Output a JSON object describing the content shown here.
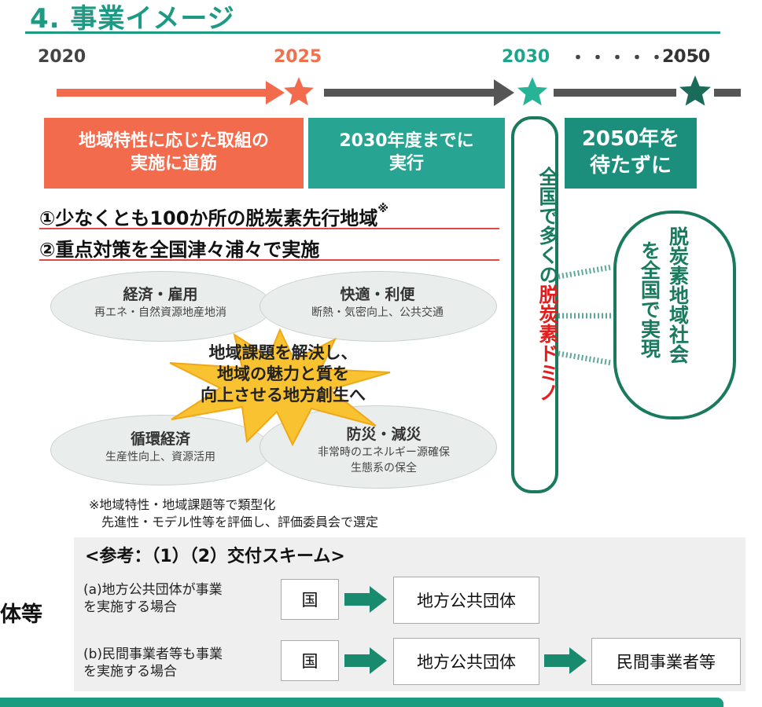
{
  "title": "4. 事業イメージ",
  "timeline": {
    "years": [
      "2020",
      "2025",
      "2030",
      "2050"
    ],
    "dots": "・・・・・・・"
  },
  "bubbles": [
    {
      "line1": "地域特性に応じた取組の",
      "line2": "実施に道筋"
    },
    {
      "line1": "2030年度までに",
      "line2": "実行"
    },
    {
      "line1": "2050年を",
      "line2": "待たずに"
    }
  ],
  "headings": {
    "h1": "①少なくとも100か所の脱炭素先行地域",
    "h1_mark": "※",
    "h2": "②重点対策を全国津々浦々で実施"
  },
  "ellipses": [
    {
      "title": "経済・雇用",
      "sub": "再エネ・自然資源地産地消"
    },
    {
      "title": "快適・利便",
      "sub": "断熱・気密向上、公共交通"
    },
    {
      "title": "循環経済",
      "sub": "生産性向上、資源活用"
    },
    {
      "title": "防災・減災",
      "sub": "非常時のエネルギー源確保",
      "sub2": "生態系の保全"
    }
  ],
  "burst": {
    "line1": "地域課題を解決し、",
    "line2": "地域の魅力と質を",
    "line3": "向上させる地方創生へ"
  },
  "domino": {
    "part1": "全国で多くの",
    "part2": "脱炭素ドミノ"
  },
  "society": {
    "col1": "脱炭素地域社会",
    "col2": "を全国で実現"
  },
  "note": {
    "line1": "※地域特性・地域課題等で類型化",
    "line2": "　先進性・モデル性等を評価し、評価委員会で選定"
  },
  "reference": {
    "title": "<参考：（1）（2）交付スキーム>",
    "scheme_a": {
      "line1": "(a)地方公共団体が事業",
      "line2": "を実施する場合",
      "box1": "国",
      "box2": "地方公共団体"
    },
    "scheme_b": {
      "line1": "(b)民間事業者等も事業",
      "line2": "を実施する場合",
      "box1": "国",
      "box2": "地方公共団体",
      "box3": "民間事業者等"
    }
  },
  "side_label": "体等",
  "colors": {
    "accent": "#1e9a84",
    "orange": "#f26b4c",
    "teal": "#27a592",
    "dark_teal": "#1a7a5e",
    "red": "#e41c1c"
  },
  "icons": [
    "star-2025-icon",
    "star-2030-icon",
    "star-2050-icon",
    "arrow-icon",
    "burst-icon"
  ]
}
